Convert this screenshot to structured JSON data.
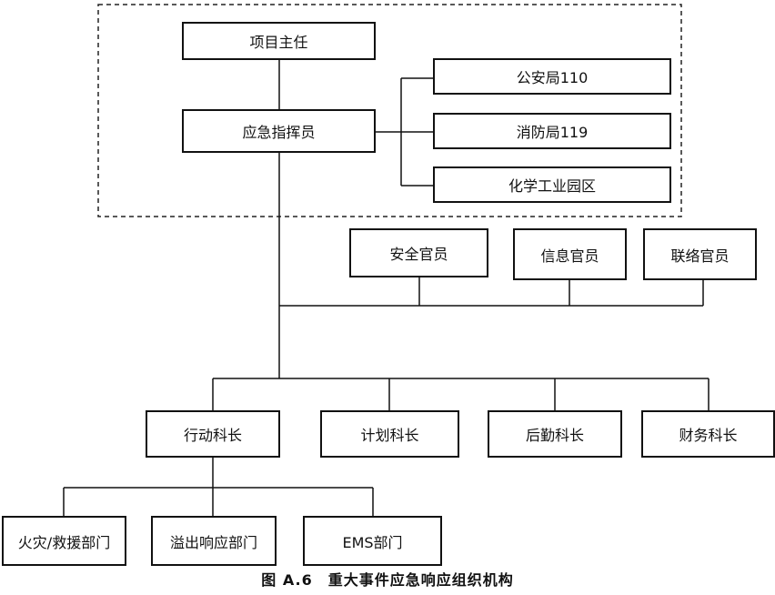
{
  "nodes": {
    "project_director": "项目主任",
    "emergency_commander": "应急指挥员",
    "police": "公安局110",
    "fire": "消防局119",
    "chem_park": "化学工业园区",
    "safety_officer": "安全官员",
    "info_officer": "信息官员",
    "liaison_officer": "联络官员",
    "operations_chief": "行动科长",
    "planning_chief": "计划科长",
    "logistics_chief": "后勤科长",
    "finance_chief": "财务科长",
    "fire_rescue": "火灾/救援部门",
    "spill_response": "溢出响应部门",
    "ems": "EMS部门"
  },
  "caption": "图 A.6　重大事件应急响应组织机构",
  "colors": {
    "line": "#111111",
    "background": "#ffffff"
  }
}
